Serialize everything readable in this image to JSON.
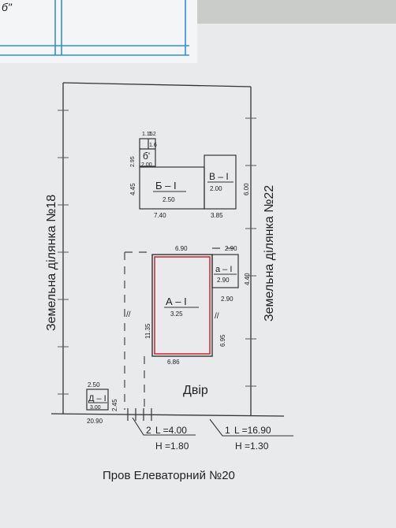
{
  "top_note": "б\"",
  "side_labels": {
    "left": "Земельна ділянка №18",
    "right": "Земельна ділянка №22"
  },
  "buildings": {
    "b_small": {
      "letter": "б'",
      "dims": [
        "1.15",
        "1.2",
        "1.6",
        "2.95",
        "2.00"
      ]
    },
    "b_main": {
      "label": "Б – І",
      "height": "2.50",
      "side": "4.45",
      "bottom": "7.40"
    },
    "v_main": {
      "label": "В – І",
      "height": "2.00",
      "bottom": "3.85",
      "side": "6.00"
    },
    "a_main": {
      "label": "А – І",
      "height": "3.25",
      "top": "6.90",
      "side": "11.35",
      "right_side": "6.95",
      "bottom": "6.86"
    },
    "a_ext": {
      "label": "а – І",
      "height": "2.90",
      "top": "2.90",
      "side": "4.40",
      "bottom": "2.90"
    },
    "d_small": {
      "label": "Д – І",
      "height": "3.00",
      "top": "2.50",
      "side": "2.45",
      "bottom": "20.90"
    }
  },
  "yard_label": "Двір",
  "lines": [
    {
      "num": "2",
      "length": "L =4.00",
      "height": "H =1.80"
    },
    {
      "num": "1",
      "length": "L =16.90",
      "height": "H =1.30"
    }
  ],
  "street_label": "Пров Елеваторний №20",
  "colors": {
    "paper": "#e9eaeb",
    "ink": "#222222",
    "red": "#c8323c",
    "blue": "#2f8fd6"
  }
}
